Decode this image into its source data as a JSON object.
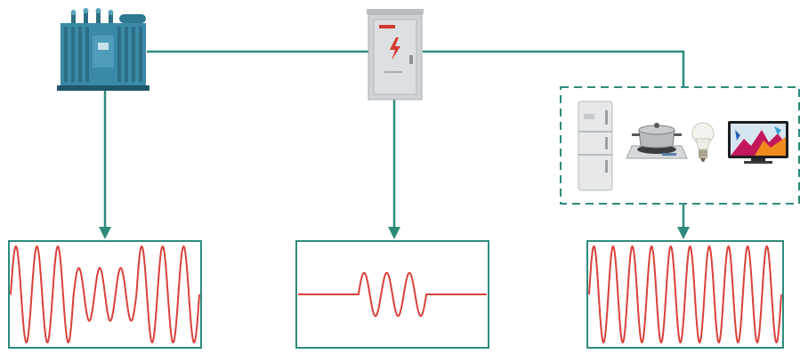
{
  "colors": {
    "line": "#2e8b7c",
    "wave": "#d9413b",
    "box_border": "#2e8b7c",
    "transformer_body": "#3a8aa6",
    "cabinet_body": "#cfd3d6",
    "cabinet_accent": "#d33a2f",
    "background": "#ffffff"
  },
  "icons": {
    "transformer": "power-transformer-icon",
    "cabinet": "electrical-cabinet-icon",
    "fridge": "refrigerator-icon",
    "cooker": "induction-cooker-icon",
    "bulb": "light-bulb-icon",
    "tv": "television-icon"
  },
  "waveforms": [
    {
      "name": "transformer-waveform",
      "description_level": "distorted-amplitude",
      "cycles": 9,
      "high_amplitude": 1.0,
      "low_amplitude": 0.55,
      "low_cycles_start": 3,
      "low_cycles_end": 6
    },
    {
      "name": "cabinet-waveform",
      "description_level": "burst",
      "cycles": 3,
      "burst_amplitude": 0.45,
      "burst_start_fraction": 0.32,
      "burst_end_fraction": 0.68
    },
    {
      "name": "load-waveform",
      "description_level": "uniform",
      "cycles": 10,
      "amplitude": 1.0
    }
  ]
}
